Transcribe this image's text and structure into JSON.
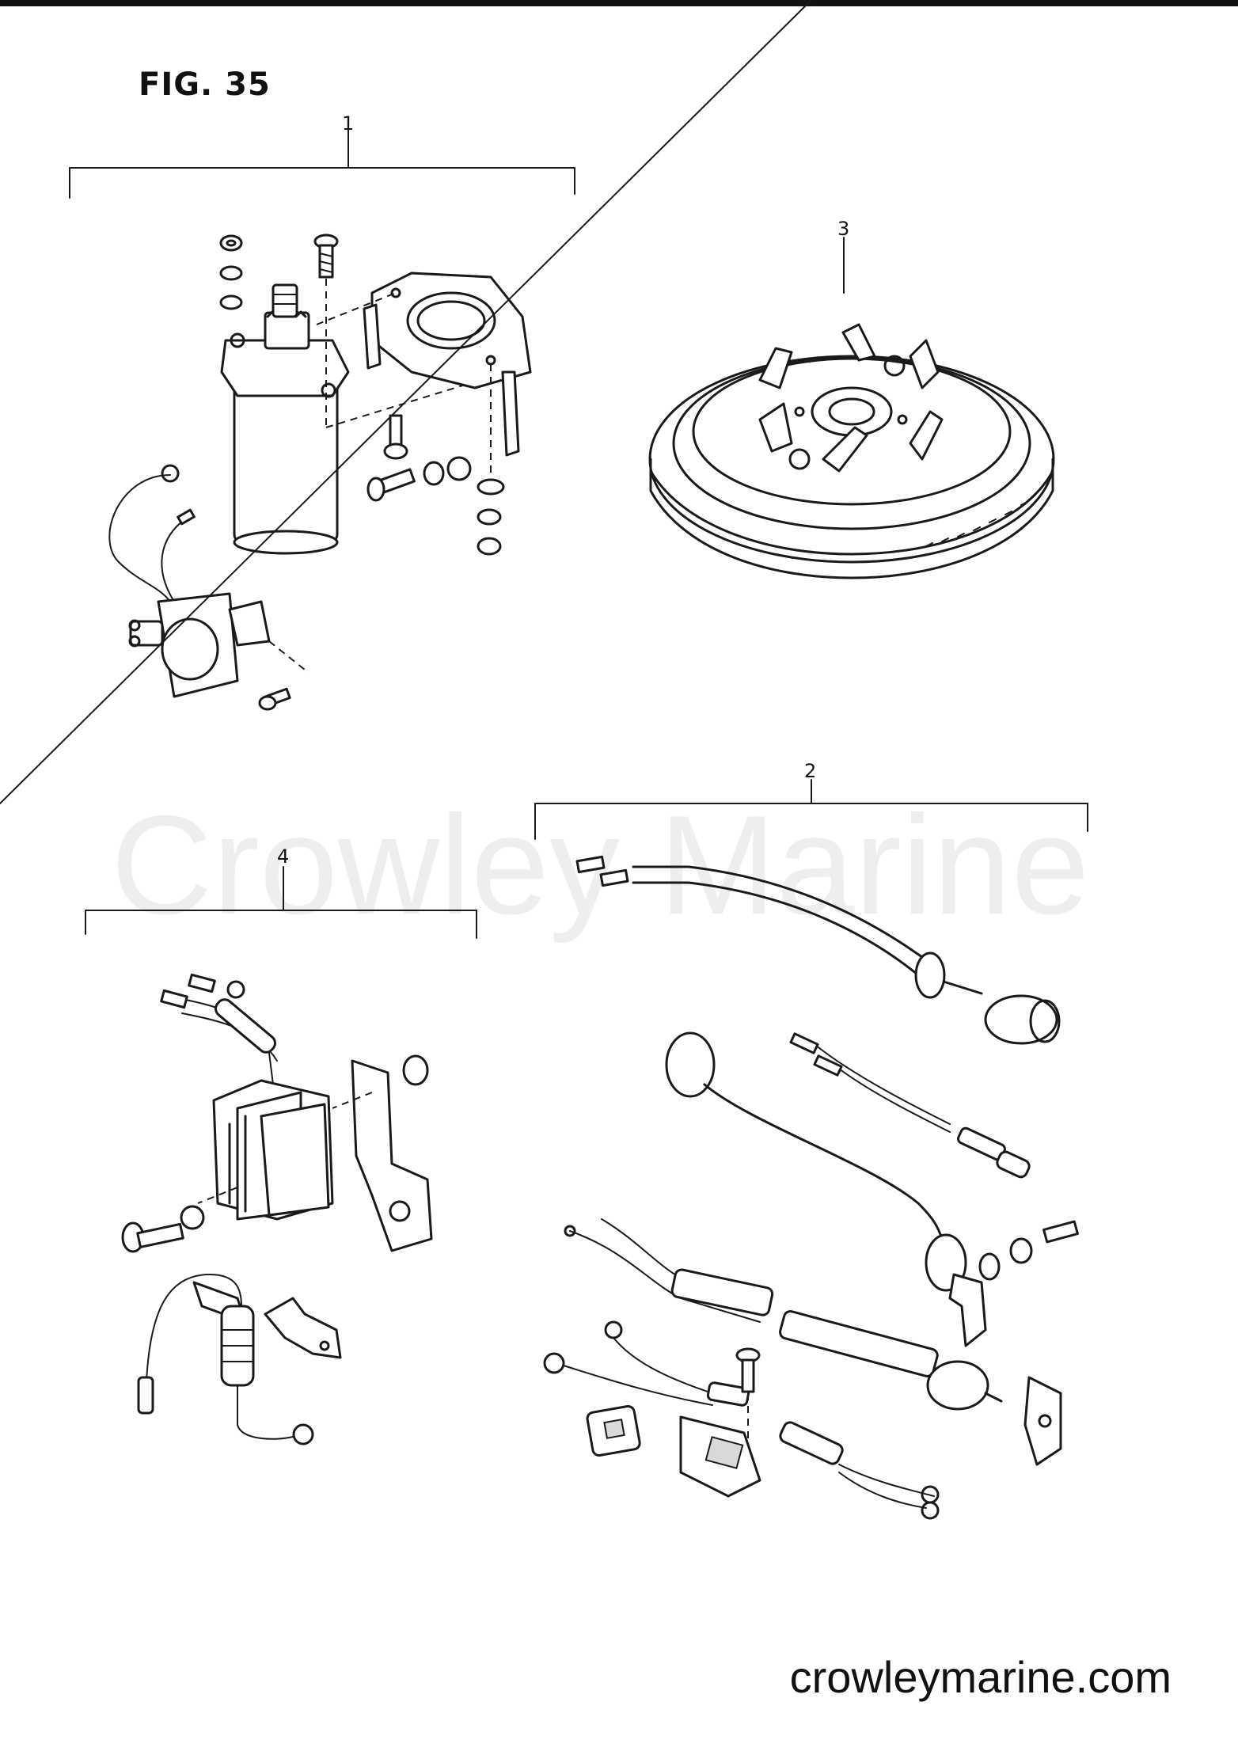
{
  "figure": {
    "title": "FIG. 35"
  },
  "callouts": [
    "1",
    "2",
    "3",
    "4"
  ],
  "watermark": "Crowley Marine",
  "footer": {
    "site": "crowleymarine.com"
  }
}
